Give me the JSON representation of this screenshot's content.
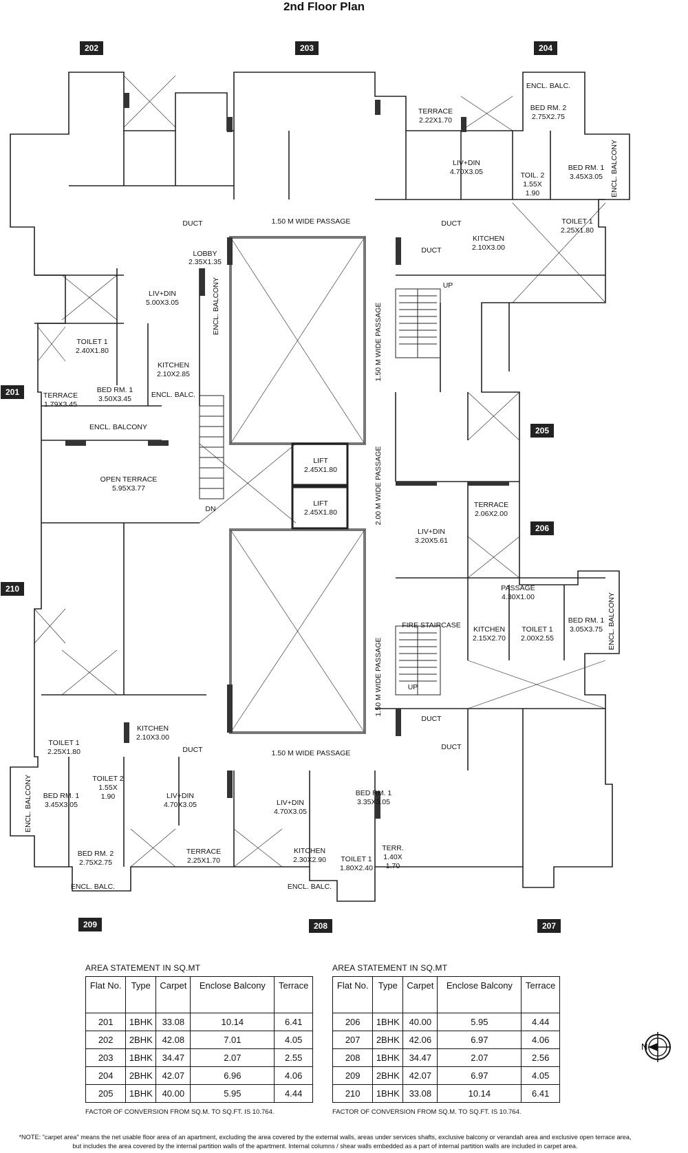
{
  "title": "2nd Floor Plan",
  "flat_tags": [
    "201",
    "202",
    "203",
    "204",
    "205",
    "206",
    "207",
    "208",
    "209",
    "210"
  ],
  "rooms": {
    "r204_encl_balc": "ENCL. BALC.",
    "r204_bed2_a": "BED RM. 2",
    "r204_bed2_b": "2.75X2.75",
    "r204_terrace_a": "TERRACE",
    "r204_terrace_b": "2.22X1.70",
    "r204_livdin_a": "LIV+DIN",
    "r204_livdin_b": "4.70X3.05",
    "r204_toil2_a": "TOIL. 2",
    "r204_toil2_b": "1.55X",
    "r204_toil2_c": "1.90",
    "r204_bed1_a": "BED RM. 1",
    "r204_bed1_b": "3.45X3.05",
    "r204_encl_balcony": "ENCL. BALCONY",
    "r204_toilet1_a": "TOILET 1",
    "r204_toilet1_b": "2.25X1.80",
    "r204_kitchen_a": "KITCHEN",
    "r204_kitchen_b": "2.10X3.00",
    "duct": "DUCT",
    "passage_top": "1.50 M WIDE PASSAGE",
    "lobby_a": "LOBBY",
    "lobby_b": "2.35X1.35",
    "r201_livdin_a": "LIV+DIN",
    "r201_livdin_b": "5.00X3.05",
    "r201_encl_balcony_v": "ENCL. BALCONY",
    "r201_toilet1_a": "TOILET 1",
    "r201_toilet1_b": "2.40X1.80",
    "r201_kitchen_a": "KITCHEN",
    "r201_kitchen_b": "2.10X2.85",
    "r201_terrace_a": "TERRACE",
    "r201_terrace_b": "1.79X3.45",
    "r201_bed1_a": "BED RM. 1",
    "r201_bed1_b": "3.50X3.45",
    "r201_encl_balc": "ENCL. BALC.",
    "r201_encl_balcony": "ENCL. BALCONY",
    "open_terrace_a": "OPEN TERRACE",
    "open_terrace_b": "5.95X3.77",
    "dn": "DN",
    "up": "UP",
    "lift_a": "LIFT",
    "lift_b": "2.45X1.80",
    "passage_v1": "1.50 M WIDE PASSAGE",
    "passage_v2": "2.00 M WIDE PASSAGE",
    "passage_v3": "1.50 M WIDE PASSAGE",
    "r206_terrace_a": "TERRACE",
    "r206_terrace_b": "2.06X2.00",
    "r206_livdin_a": "LIV+DIN",
    "r206_livdin_b": "3.20X5.61",
    "r206_passage_a": "PASSAGE",
    "r206_passage_b": "4.30X1.00",
    "fire_staircase": "FIRE STAIRCASE",
    "r206_kitchen_a": "KITCHEN",
    "r206_kitchen_b": "2.15X2.70",
    "r206_toilet1_a": "TOILET 1",
    "r206_toilet1_b": "2.00X2.55",
    "r206_bed1_a": "BED RM. 1",
    "r206_bed1_b": "3.05X3.75",
    "r206_encl_balcony": "ENCL. BALCONY",
    "r209_kitchen_a": "KITCHEN",
    "r209_kitchen_b": "2.10X3.00",
    "passage_bottom": "1.50 M WIDE PASSAGE",
    "r209_toilet1_a": "TOILET 1",
    "r209_toilet1_b": "2.25X1.80",
    "r209_toil2_a": "TOILET 2",
    "r209_toil2_b": "1.55X",
    "r209_toil2_c": "1.90",
    "r209_bed1_a": "BED RM. 1",
    "r209_bed1_b": "3.45X3.05",
    "r209_encl_balcony": "ENCL. BALCONY",
    "r209_livdin_a": "LIV+DIN",
    "r209_livdin_b": "4.70X3.05",
    "r209_bed2_a": "BED RM. 2",
    "r209_bed2_b": "2.75X2.75",
    "r209_terrace_a": "TERRACE",
    "r209_terrace_b": "2.25X1.70",
    "r209_encl_balc": "ENCL. BALC.",
    "r208_livdin_a": "LIV+DIN",
    "r208_livdin_b": "4.70X3.05",
    "r208_bed1_a": "BED RM. 1",
    "r208_bed1_b": "3.35X3.05",
    "r208_kitchen_a": "KITCHEN",
    "r208_kitchen_b": "2.30X2.90",
    "r208_toilet1_a": "TOILET 1",
    "r208_toilet1_b": "1.80X2.40",
    "r208_terr_a": "TERR.",
    "r208_terr_b": "1.40X",
    "r208_terr_c": "1.70",
    "r208_encl_balc": "ENCL. BALC."
  },
  "area_caption": "AREA STATEMENT IN SQ.MT",
  "table_headers": [
    "Flat No.",
    "Type",
    "Carpet",
    "Enclose Balcony",
    "Terrace"
  ],
  "table_left": [
    [
      "201",
      "1BHK",
      "33.08",
      "10.14",
      "6.41"
    ],
    [
      "202",
      "2BHK",
      "42.08",
      "7.01",
      "4.05"
    ],
    [
      "203",
      "1BHK",
      "34.47",
      "2.07",
      "2.55"
    ],
    [
      "204",
      "2BHK",
      "42.07",
      "6.96",
      "4.06"
    ],
    [
      "205",
      "1BHK",
      "40.00",
      "5.95",
      "4.44"
    ]
  ],
  "table_right": [
    [
      "206",
      "1BHK",
      "40.00",
      "5.95",
      "4.44"
    ],
    [
      "207",
      "2BHK",
      "42.06",
      "6.97",
      "4.06"
    ],
    [
      "208",
      "1BHK",
      "34.47",
      "2.07",
      "2.56"
    ],
    [
      "209",
      "2BHK",
      "42.07",
      "6.97",
      "4.05"
    ],
    [
      "210",
      "1BHK",
      "33.08",
      "10.14",
      "6.41"
    ]
  ],
  "factor_note": "FACTOR OF CONVERSION FROM SQ.M. TO SQ.FT. IS 10.764.",
  "compass_label": "N",
  "footnote": "*NOTE: \"carpet area\" means the net usable floor area of an apartment, excluding the area covered by the external walls, areas under services shafts, exclusive balcony or verandah area and exclusive open terrace area, but includes the area covered by the internal partition walls of the apartment. Internal columns / shear walls embedded as a part of internal partition walls are included in carpet area."
}
